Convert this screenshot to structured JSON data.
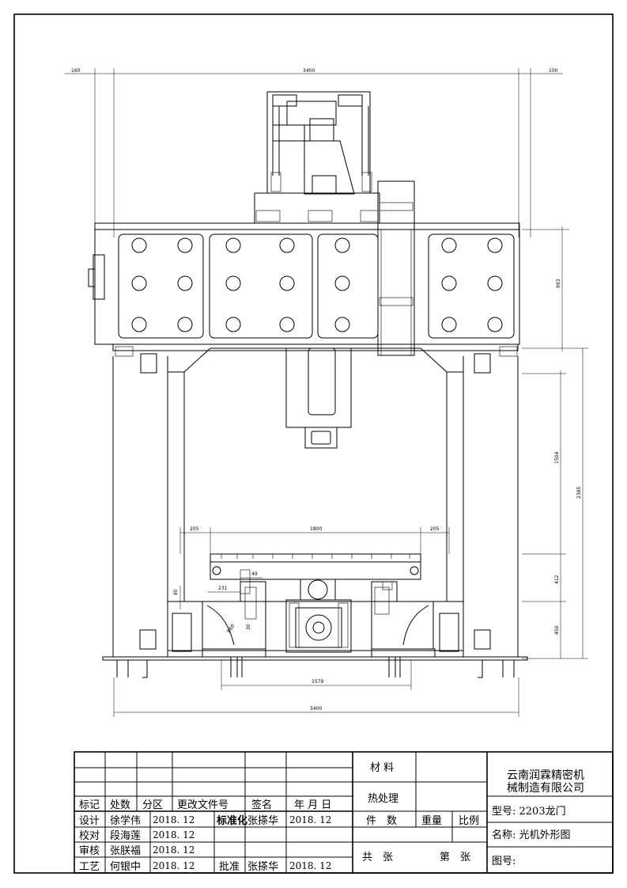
{
  "dimensions": {
    "overall_top": "3400",
    "left_offset": "160",
    "right_offset": "100",
    "beam_height": "993",
    "column_height": "2385",
    "spindle_travel": "1504",
    "table_width": "1800",
    "table_left_margin": "205",
    "table_right_margin": "205",
    "table_height": "412",
    "base_height": "450",
    "rail_spacing": "1579",
    "overall_bottom": "3400",
    "small_49": "49",
    "small_231": "231",
    "small_80": "80",
    "small_30": "30",
    "radius_r60": "R60"
  },
  "title_block": {
    "row_labels": [
      "标记",
      "处数",
      "分区",
      "更改文件号",
      "签名",
      "年 月 日"
    ],
    "design_label": "设计",
    "design_name": "徐学伟",
    "design_date": "2018. 12",
    "check_label": "校对",
    "check_name": "段海莲",
    "check_date": "2018. 12",
    "review_label": "审核",
    "review_name": "张朕福",
    "review_date": "2018. 12",
    "process_label": "工艺",
    "process_name": "何银中",
    "process_date": "2018. 12",
    "standard_label": "标准化",
    "standard_name": "张搽华",
    "standard_date": "2018. 12",
    "approve_label": "批准",
    "approve_name": "张搽华",
    "approve_date": "2018. 12",
    "material": "材 料",
    "heat_treatment": "热处理",
    "quantity": "件　数",
    "weight": "重量",
    "scale": "比例",
    "total_sheets": "共　张",
    "sheet_no": "第　张",
    "company_line1": "云南润霖精密机",
    "company_line2": "械制造有限公司",
    "model": "型号: 2203龙门",
    "name": "名称: 光机外形图",
    "drawing_no": "图号:"
  }
}
